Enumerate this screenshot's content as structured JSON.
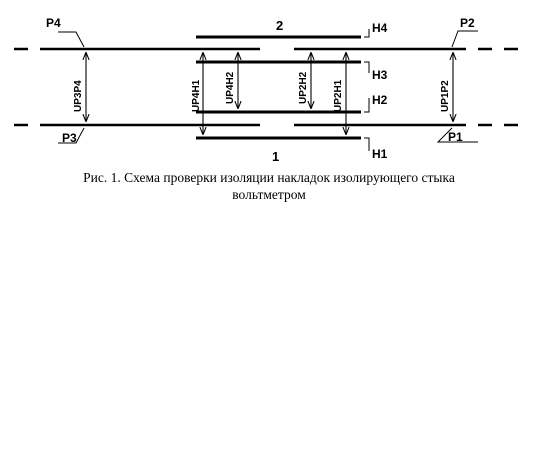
{
  "labels": {
    "p1": "P1",
    "p2": "P2",
    "p3": "P3",
    "p4": "P4",
    "h1": "H1",
    "h2": "H2",
    "h3": "H3",
    "h4": "H4",
    "rail_top_number": "2",
    "rail_bottom_number": "1"
  },
  "voltages": {
    "u_p3p4": "UP3P4",
    "u_p4h1": "UP4H1",
    "u_p4h2": "UP4H2",
    "u_p2h2": "UP2H2",
    "u_p2h1": "UP2H1",
    "u_p1p2": "UP1P2"
  },
  "caption": {
    "line1": "Рис. 1. Схема проверки изоляции накладок изолирующего стыка",
    "line2": "вольтметром"
  }
}
